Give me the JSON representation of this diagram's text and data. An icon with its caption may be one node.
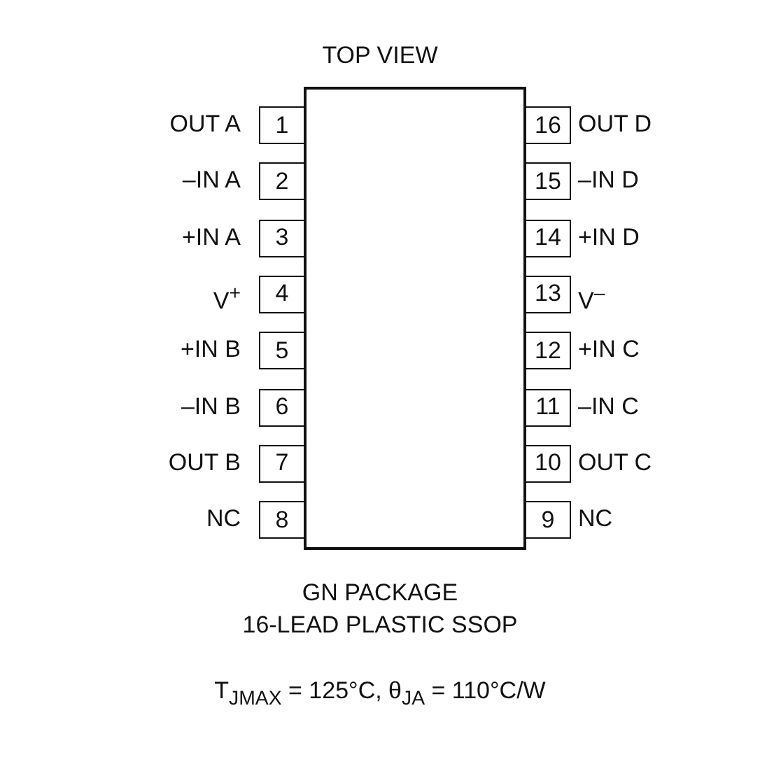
{
  "diagram": {
    "title": "TOP VIEW",
    "nodes": [
      {
        "text": [
          "1"
        ],
        "beside": [
          "OUT A"
        ]
      },
      {
        "text": [
          "16"
        ],
        "beside": [
          "OUT D"
        ]
      },
      {
        "text": [
          "2"
        ],
        "beside": [
          "–IN A"
        ]
      },
      {
        "text": [
          "15"
        ],
        "beside": [
          "–IN D"
        ]
      },
      {
        "text": [
          "3"
        ],
        "beside": [
          "+IN A"
        ]
      },
      {
        "text": [
          "14"
        ],
        "beside": [
          "+IN D"
        ]
      },
      {
        "text": [
          "4"
        ],
        "beside": [
          "V$^{+}$"
        ]
      },
      {
        "text": [
          "13"
        ],
        "beside": [
          "V$^{–}$"
        ]
      },
      {
        "text": [
          "5"
        ],
        "beside": [
          "+IN B"
        ]
      },
      {
        "text": [
          "12"
        ],
        "beside": [
          "+IN C"
        ]
      },
      {
        "text": [
          "6"
        ],
        "beside": [
          "–IN B"
        ]
      },
      {
        "text": [
          "11"
        ],
        "beside": [
          "–IN C"
        ]
      },
      {
        "text": [
          "7"
        ],
        "beside": [
          "OUT B"
        ]
      },
      {
        "text": [
          "10"
        ],
        "beside": [
          "OUT C"
        ]
      },
      {
        "text": [
          "8"
        ],
        "beside": [
          "NC"
        ]
      },
      {
        "text": [
          "9"
        ],
        "beside": [
          "NC"
        ]
      },
      {
        "text": [],
        "shape": "box"
      }
    ],
    "labels": [
      "GN PACKAGE",
      "16-LEAD PLASTIC SSOP",
      "T$_{JMAX}$ = 125°C, θ$_{JA}$ = 110°C/W"
    ]
  }
}
